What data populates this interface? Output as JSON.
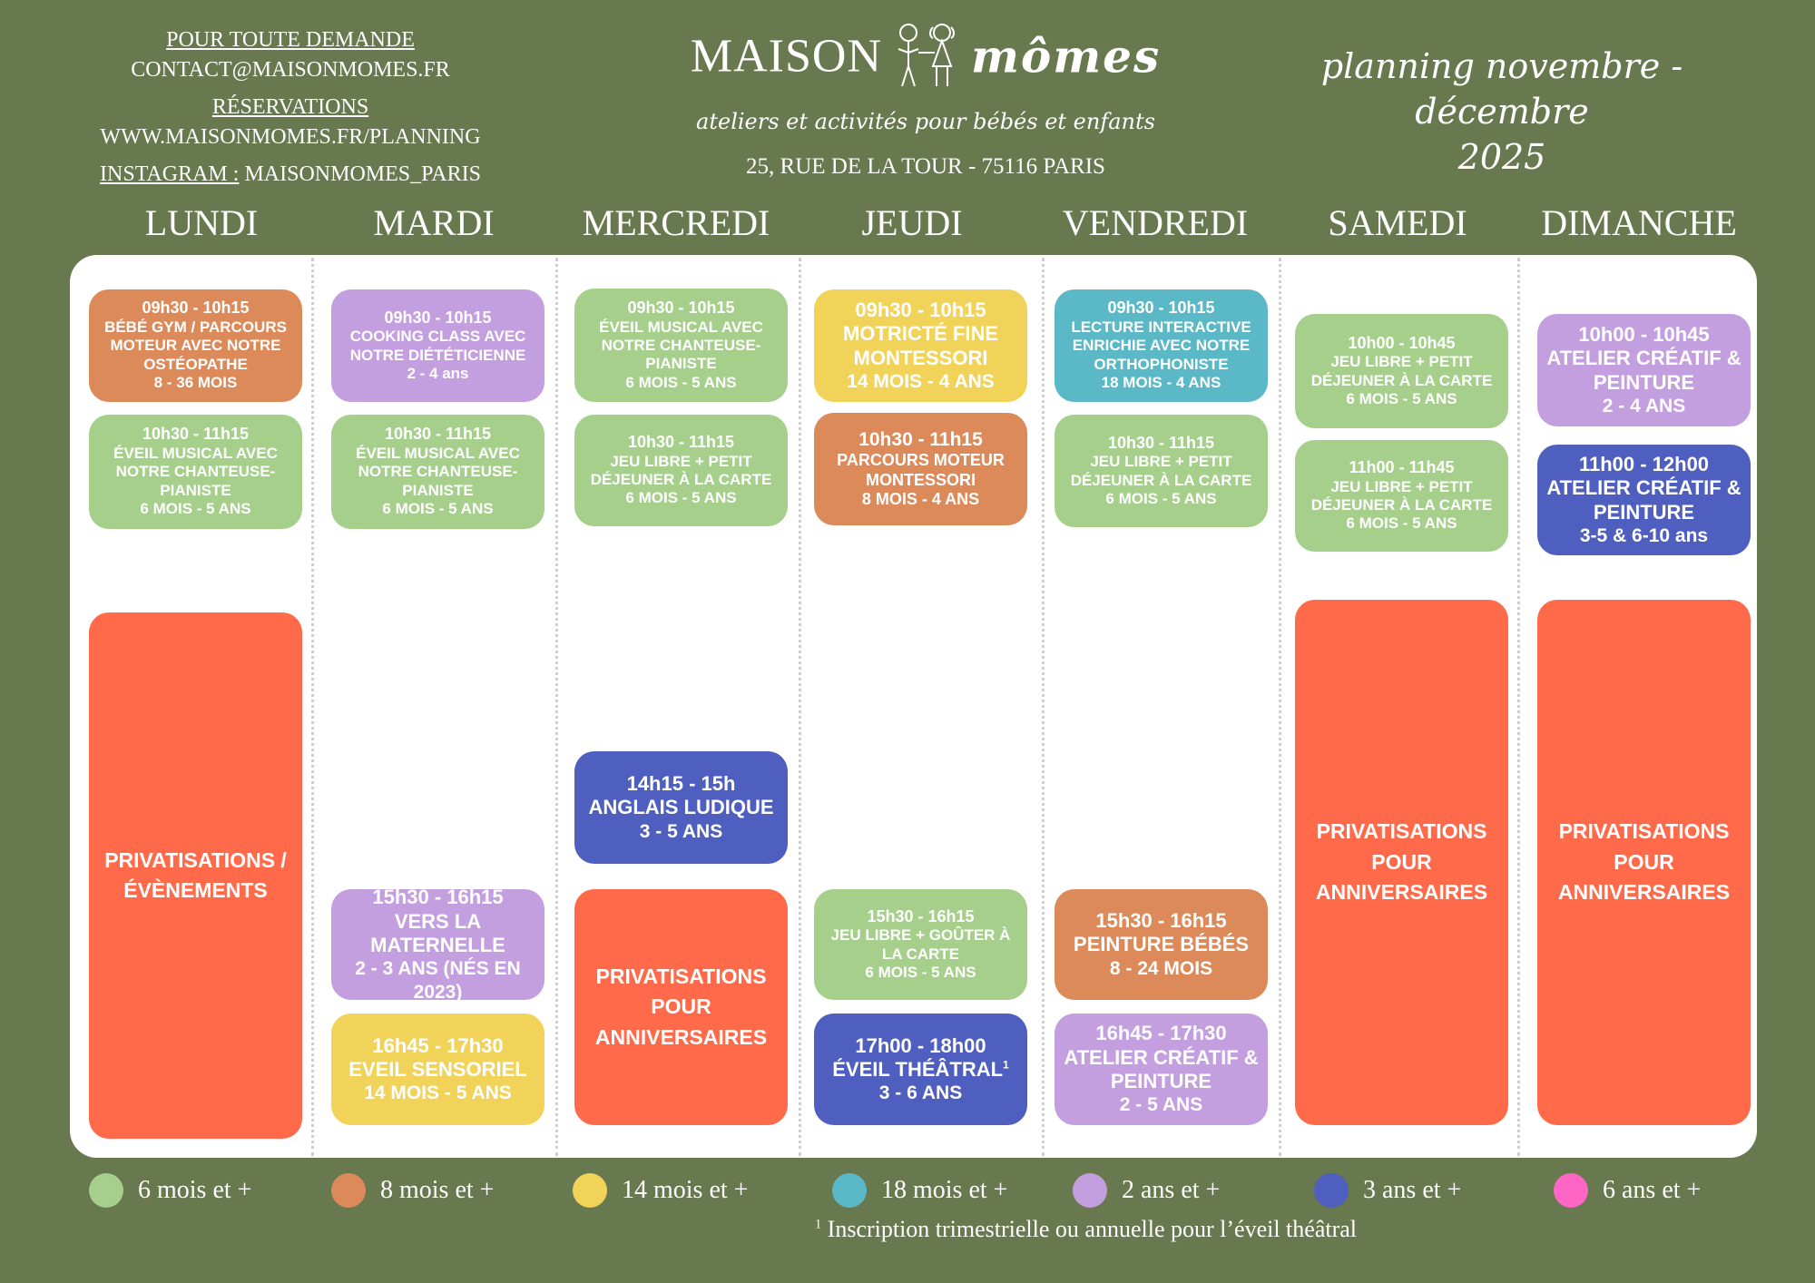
{
  "contact": {
    "heading": "POUR TOUTE DEMANDE",
    "email": "CONTACT@MAISONMOMES.FR",
    "reservations_heading": "RÉSERVATIONS",
    "reservations_url": "WWW.MAISONMOMES.FR/PLANNING",
    "instagram_label": "INSTAGRAM :",
    "instagram_handle": " MAISONMOMES_PARIS"
  },
  "brand": {
    "name_part1": "MAISON",
    "name_part2": "mômes",
    "tagline": "ateliers et activités pour bébés et enfants",
    "address": "25, RUE DE LA TOUR - 75116 PARIS"
  },
  "title": {
    "line1": "planning novembre - décembre",
    "line2": "2025"
  },
  "colors": {
    "background": "#68784f",
    "green": "#a6cf8c",
    "orange": "#dc8a5a",
    "yellow": "#f2d35a",
    "teal": "#5bb8c6",
    "lilac": "#c49fdf",
    "blue": "#4f5fbf",
    "coral": "#ff6b4a",
    "pink": "#ff66c4"
  },
  "days": [
    {
      "name": "LUNDI",
      "cards": [
        {
          "time": "09h30 - 10h15",
          "title": "BÉBÉ GYM / PARCOURS MOTEUR AVEC NOTRE OSTÉOPATHE",
          "age": "8 - 36 MOIS",
          "color": "orange"
        },
        {
          "time": "10h30 - 11h15",
          "title": "ÉVEIL MUSICAL AVEC NOTRE CHANTEUSE-PIANISTE",
          "age": "6 MOIS - 5 ANS",
          "color": "green"
        },
        {
          "time": "",
          "title": "PRIVATISATIONS / ÉVÈNEMENTS",
          "age": "",
          "color": "coral"
        }
      ]
    },
    {
      "name": "MARDI",
      "cards": [
        {
          "time": "09h30 - 10h15",
          "title": "COOKING CLASS AVEC NOTRE DIÉTÉTICIENNE",
          "age": "2 - 4 ans",
          "color": "lilac"
        },
        {
          "time": "10h30 - 11h15",
          "title": "ÉVEIL MUSICAL AVEC NOTRE CHANTEUSE-PIANISTE",
          "age": "6 MOIS - 5 ANS",
          "color": "green"
        },
        {
          "time": "15h30 - 16h15",
          "title": "VERS LA MATERNELLE",
          "age": "2 - 3 ANS (NÉS EN 2023)",
          "color": "lilac"
        },
        {
          "time": "16h45 - 17h30",
          "title": "EVEIL SENSORIEL",
          "age": "14 MOIS - 5 ANS",
          "color": "yellow"
        }
      ]
    },
    {
      "name": "MERCREDI",
      "cards": [
        {
          "time": "09h30 - 10h15",
          "title": "ÉVEIL MUSICAL AVEC NOTRE CHANTEUSE-PIANISTE",
          "age": "6 MOIS - 5 ANS",
          "color": "green"
        },
        {
          "time": "10h30 - 11h15",
          "title": "JEU LIBRE + PETIT DÉJEUNER À LA CARTE",
          "age": "6 MOIS - 5 ANS",
          "color": "green"
        },
        {
          "time": "14h15 - 15h",
          "title": "ANGLAIS LUDIQUE",
          "age": "3 - 5 ANS",
          "color": "blue"
        },
        {
          "time": "",
          "title": "PRIVATISATIONS POUR ANNIVERSAIRES",
          "age": "",
          "color": "coral"
        }
      ]
    },
    {
      "name": "JEUDI",
      "cards": [
        {
          "time": "09h30 - 10h15",
          "title": "MOTRICTÉ FINE MONTESSORI",
          "age": "14 MOIS - 4 ANS",
          "color": "yellow"
        },
        {
          "time": "10h30 - 11h15",
          "title": "PARCOURS MOTEUR MONTESSORI",
          "age": "8 MOIS - 4 ANS",
          "color": "orange"
        },
        {
          "time": "15h30 - 16h15",
          "title": "JEU LIBRE + GOÛTER À LA CARTE",
          "age": "6 MOIS - 5 ANS",
          "color": "green"
        },
        {
          "time": "17h00 - 18h00",
          "title": "ÉVEIL THÉÂTRAL",
          "sup": "1",
          "age": "3 - 6 ANS",
          "color": "blue"
        }
      ]
    },
    {
      "name": "VENDREDI",
      "cards": [
        {
          "time": "09h30 - 10h15",
          "title": "LECTURE INTERACTIVE ENRICHIE AVEC NOTRE ORTHOPHONISTE",
          "age": "18 MOIS - 4 ANS",
          "color": "teal"
        },
        {
          "time": "10h30 - 11h15",
          "title": "JEU LIBRE + PETIT DÉJEUNER À LA CARTE",
          "age": "6 MOIS - 5 ANS",
          "color": "green"
        },
        {
          "time": "15h30 - 16h15",
          "title": "PEINTURE BÉBÉS",
          "age": "8 - 24 MOIS",
          "color": "orange"
        },
        {
          "time": "16h45 - 17h30",
          "title": "ATELIER CRÉATIF & PEINTURE",
          "age": "2 - 5 ANS",
          "color": "lilac"
        }
      ]
    },
    {
      "name": "SAMEDI",
      "cards": [
        {
          "time": "10h00 - 10h45",
          "title": "JEU LIBRE + PETIT DÉJEUNER À LA CARTE",
          "age": "6 MOIS - 5 ANS",
          "color": "green"
        },
        {
          "time": "11h00 - 11h45",
          "title": "JEU LIBRE + PETIT DÉJEUNER À LA CARTE",
          "age": "6 MOIS - 5 ANS",
          "color": "green"
        },
        {
          "time": "",
          "title": "PRIVATISATIONS POUR ANNIVERSAIRES",
          "age": "",
          "color": "coral"
        }
      ]
    },
    {
      "name": "DIMANCHE",
      "cards": [
        {
          "time": "10h00 - 10h45",
          "title": "ATELIER CRÉATIF & PEINTURE",
          "age": "2 - 4 ANS",
          "color": "lilac"
        },
        {
          "time": "11h00 - 12h00",
          "title": "ATELIER CRÉATIF & PEINTURE",
          "age": "3-5 & 6-10 ans",
          "color": "blue"
        },
        {
          "time": "",
          "title": "PRIVATISATIONS POUR ANNIVERSAIRES",
          "age": "",
          "color": "coral"
        }
      ]
    }
  ],
  "legend": [
    {
      "label": "6 mois et +",
      "color": "green"
    },
    {
      "label": "8 mois et +",
      "color": "orange"
    },
    {
      "label": "14 mois et +",
      "color": "yellow"
    },
    {
      "label": "18 mois et +",
      "color": "teal"
    },
    {
      "label": "2 ans et +",
      "color": "lilac"
    },
    {
      "label": "3 ans et +",
      "color": "blue"
    },
    {
      "label": "6 ans et +",
      "color": "pink"
    }
  ],
  "footnote": {
    "marker": "1",
    "text": " Inscription trimestrielle ou annuelle pour l’éveil théâtral"
  }
}
